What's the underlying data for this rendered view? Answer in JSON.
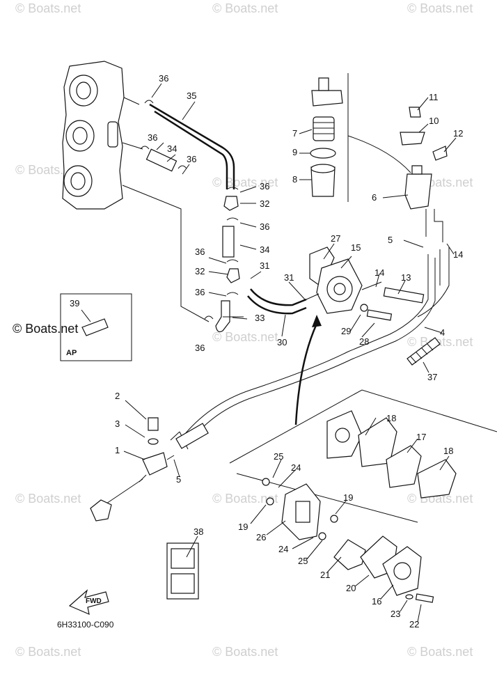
{
  "watermark": "© Boats.net",
  "diagram_code": "6H33100-C090",
  "ap_label": "AP",
  "fwd_label": "FWD",
  "callouts": {
    "n1": "1",
    "n2": "2",
    "n3": "3",
    "n4": "4",
    "n5a": "5",
    "n5b": "5",
    "n6": "6",
    "n7": "7",
    "n8": "8",
    "n9": "9",
    "n10": "10",
    "n11": "11",
    "n12": "12",
    "n13": "13",
    "n14a": "14",
    "n14b": "14",
    "n15": "15",
    "n16": "16",
    "n17": "17",
    "n18a": "18",
    "n18b": "18",
    "n19a": "19",
    "n19b": "19",
    "n20": "20",
    "n21": "21",
    "n22": "22",
    "n23": "23",
    "n24a": "24",
    "n24b": "24",
    "n25a": "25",
    "n25b": "25",
    "n26": "26",
    "n27": "27",
    "n28": "28",
    "n29": "29",
    "n30": "30",
    "n31a": "31",
    "n31b": "31",
    "n32a": "32",
    "n32b": "32",
    "n33": "33",
    "n34a": "34",
    "n34b": "34",
    "n35": "35",
    "n36a": "36",
    "n36b": "36",
    "n36c": "36",
    "n36d": "36",
    "n36e": "36",
    "n36f": "36",
    "n36g": "36",
    "n36h": "36",
    "n37": "37",
    "n38": "38",
    "n39": "39"
  }
}
